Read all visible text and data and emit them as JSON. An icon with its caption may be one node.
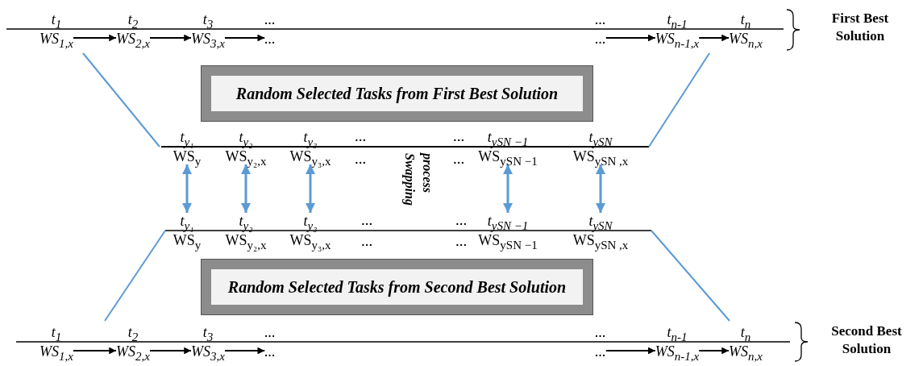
{
  "diagram": {
    "nodes": [
      {
        "text": [
          "t$_{1}$",
          "WS$_{1,x}$"
        ]
      },
      {
        "text": [
          "t$_{2}$",
          "WS$_{2,x}$"
        ]
      },
      {
        "text": [
          "t$_{3}$",
          "WS$_{3,x}$"
        ]
      },
      {
        "text": [
          "...",
          "..."
        ]
      },
      {
        "text": [
          "...",
          "..."
        ]
      },
      {
        "text": [
          "t$_{n-1}$",
          "WS$_{n-1,x}$"
        ]
      },
      {
        "text": [
          "t$_{n}$",
          "WS$_{n,x}$"
        ]
      },
      {
        "text": [
          "Random Selected Tasks from First Best Solution"
        ]
      },
      {
        "text": [
          "t$_{y₁}$",
          "WS$_{y}$"
        ]
      },
      {
        "text": [
          "t$_{y₂}$",
          "WS$_{y₂,x}$"
        ]
      },
      {
        "text": [
          "t$_{y₃}$",
          "WS$_{y₃,x}$"
        ]
      },
      {
        "text": [
          "t$_{ySN −1}$",
          "WS$_{ySN −1}$"
        ]
      },
      {
        "text": [
          "t$_{ySN}$",
          "WS$_{ySN ,x}$"
        ]
      },
      {
        "text": [
          "t$_{y₁}$",
          "WS$_{y}$"
        ]
      },
      {
        "text": [
          "t$_{y₂}$",
          "WS$_{y₂,x}$"
        ]
      },
      {
        "text": [
          "t$_{y₃}$",
          "WS$_{y₃,x}$"
        ]
      },
      {
        "text": [
          "t$_{ySN −1}$",
          "WS$_{ySN −1}$"
        ]
      },
      {
        "text": [
          "t$_{ySN}$",
          "WS$_{ySN ,x}$"
        ]
      },
      {
        "text": [
          "Random Selected Tasks from Second Best Solution"
        ]
      },
      {
        "text": [
          "t$_{1}$",
          "WS$_{1,x}$"
        ]
      },
      {
        "text": [
          "t$_{2}$",
          "WS$_{2,x}$"
        ]
      },
      {
        "text": [
          "t$_{3}$",
          "WS$_{3,x}$"
        ]
      },
      {
        "text": [
          "...",
          "..."
        ]
      },
      {
        "text": [
          "...",
          "..."
        ]
      },
      {
        "text": [
          "t$_{n-1}$",
          "WS$_{n-1,x}$"
        ]
      },
      {
        "text": [
          "t$_{n}$",
          "WS$_{n,x}$"
        ]
      }
    ],
    "edges": [
      {
        "from": 0,
        "to": 1,
        "arrow": "to"
      },
      {
        "from": 1,
        "to": 2,
        "arrow": "to"
      },
      {
        "from": 2,
        "to": 3,
        "arrow": "to"
      },
      {
        "from": 4,
        "to": 5,
        "arrow": "to"
      },
      {
        "from": 5,
        "to": 6,
        "arrow": "to"
      },
      {
        "from": 8,
        "to": 13,
        "arrow": "both",
        "color": "#5b9bd5"
      },
      {
        "from": 9,
        "to": 14,
        "arrow": "both",
        "color": "#5b9bd5"
      },
      {
        "from": 10,
        "to": 15,
        "arrow": "both",
        "color": "#5b9bd5"
      },
      {
        "from": 11,
        "to": 16,
        "arrow": "both",
        "color": "#5b9bd5"
      },
      {
        "from": 12,
        "to": 17,
        "arrow": "both",
        "color": "#5b9bd5"
      },
      {
        "from": 19,
        "to": 20,
        "arrow": "to"
      },
      {
        "from": 20,
        "to": 21,
        "arrow": "to"
      },
      {
        "from": 21,
        "to": 22,
        "arrow": "to"
      },
      {
        "from": 23,
        "to": 24,
        "arrow": "to"
      },
      {
        "from": 24,
        "to": 25,
        "arrow": "to"
      }
    ],
    "labels": [
      "First Best Solution",
      "...",
      "...",
      "...",
      "...",
      "Swapping process",
      "...",
      "...",
      "...",
      "...",
      "Second Best Solution"
    ]
  }
}
